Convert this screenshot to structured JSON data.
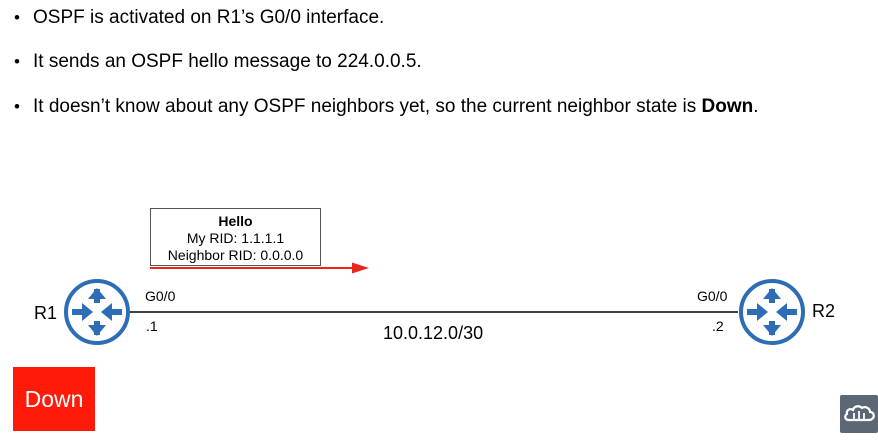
{
  "bullets": [
    {
      "bullet": "•",
      "text": "OSPF is activated on R1’s G0/0 interface."
    },
    {
      "bullet": "•",
      "text": "It sends an OSPF hello message to 224.0.0.5."
    },
    {
      "bullet": "•",
      "text_before": "It doesn’t know about any OSPF neighbors yet, so the current neighbor state is ",
      "text_bold": "Down",
      "text_after": "."
    }
  ],
  "hello_message": {
    "title": "Hello",
    "line1": "My RID: 1.1.1.1",
    "line2": "Neighbor RID: 0.0.0.0"
  },
  "topology": {
    "r1": {
      "name": "R1",
      "interface": "G0/0",
      "address": ".1"
    },
    "r2": {
      "name": "R2",
      "interface": "G0/0",
      "address": ".2"
    },
    "link_subnet": "10.0.12.0/30"
  },
  "neighbor_state": "Down",
  "colors": {
    "router": "#2d6db5",
    "arrow": "#e8261b",
    "state_badge": "#ff1a0a",
    "logo": "#5b6775"
  },
  "icons": {
    "router": "router-icon",
    "logo": "cloud-logo-icon"
  }
}
